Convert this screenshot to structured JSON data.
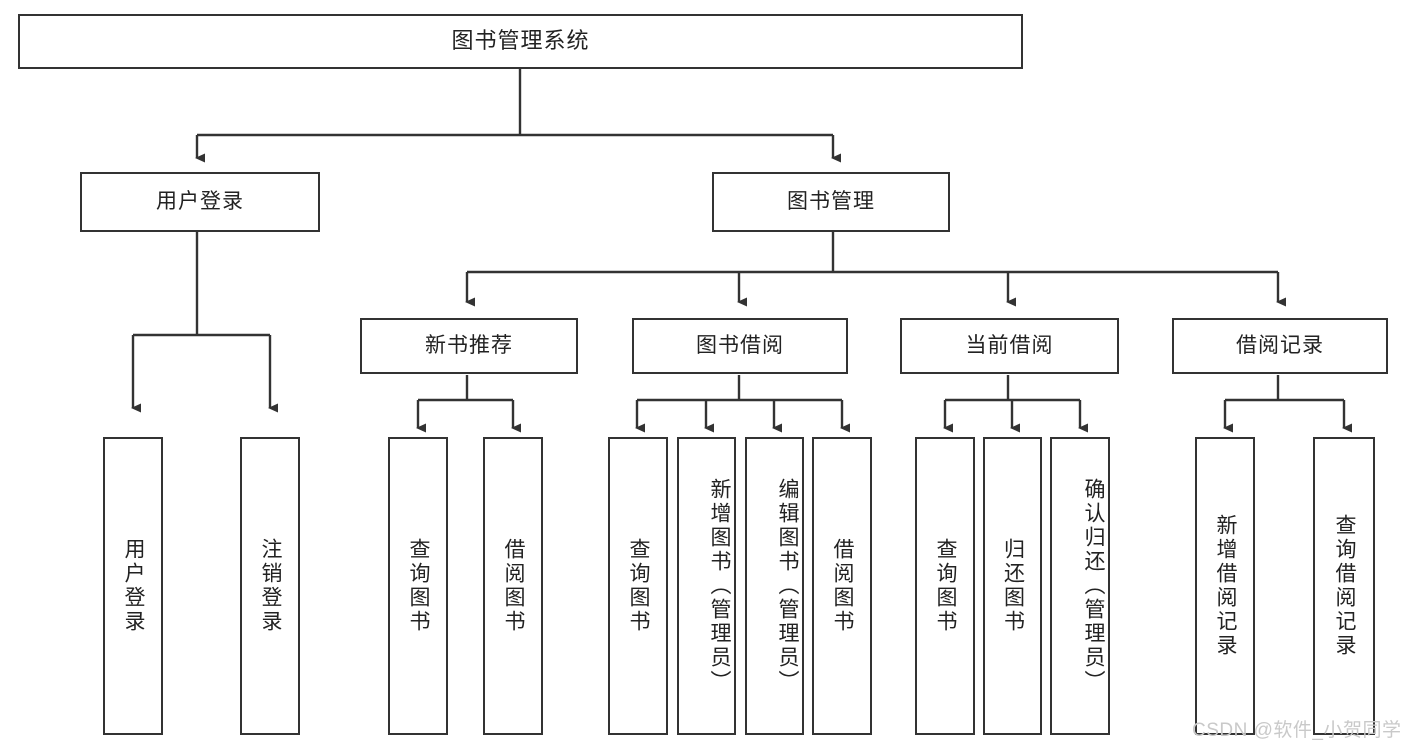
{
  "diagram": {
    "title": "图书管理系统",
    "type": "tree-hierarchy",
    "line_color": "#333333",
    "box_fill": "#ffffff",
    "text_color": "#222222",
    "background": "#ffffff",
    "root": {
      "label": "图书管理系统"
    },
    "level2": [
      {
        "label": "用户登录"
      },
      {
        "label": "图书管理"
      }
    ],
    "level3": [
      {
        "label": "新书推荐"
      },
      {
        "label": "图书借阅"
      },
      {
        "label": "当前借阅"
      },
      {
        "label": "借阅记录"
      }
    ],
    "leaves": {
      "user_login": [
        {
          "label": "用户登录"
        },
        {
          "label": "注销登录"
        }
      ],
      "new_book_recommend": [
        {
          "label": "查询图书"
        },
        {
          "label": "借阅图书"
        }
      ],
      "book_borrow": [
        {
          "label": "查询图书"
        },
        {
          "label": "新增图书（管理员）"
        },
        {
          "label": "编辑图书（管理员）"
        },
        {
          "label": "借阅图书"
        }
      ],
      "current_borrow": [
        {
          "label": "查询图书"
        },
        {
          "label": "归还图书"
        },
        {
          "label": "确认归还（管理员）"
        }
      ],
      "borrow_record": [
        {
          "label": "新增借阅记录"
        },
        {
          "label": "查询借阅记录"
        }
      ]
    }
  },
  "watermark": {
    "text": "CSDN @软件_小贺同学"
  }
}
